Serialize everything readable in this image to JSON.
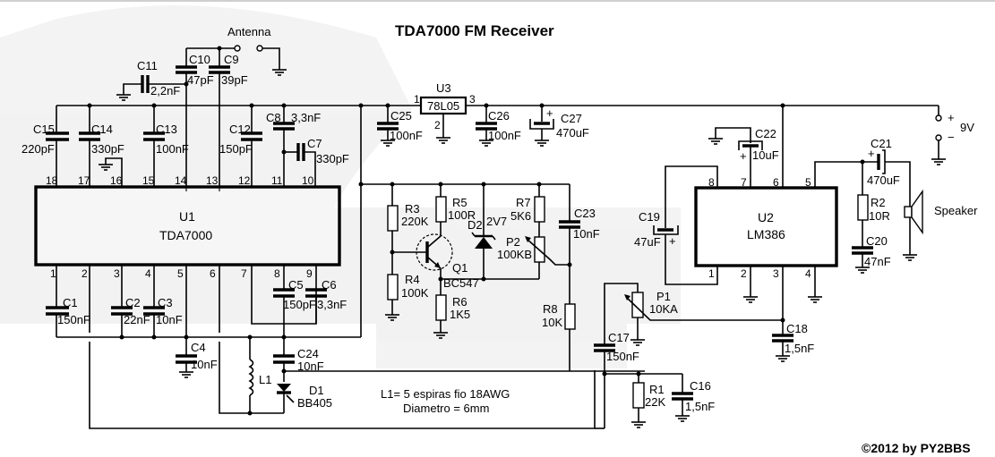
{
  "title": "TDA7000 FM Receiver",
  "copyright": "©2012  by PY2BBS",
  "note": {
    "line1": "L1= 5 espiras fio 18AWG",
    "line2": "Diametro = 6mm"
  },
  "labels": {
    "antenna": "Antenna",
    "supply_plus": "+",
    "supply_minus": "−",
    "supply_voltage": "9V",
    "speaker": "Speaker"
  },
  "ics": {
    "u1": {
      "ref": "U1",
      "part": "TDA7000",
      "top_pins": [
        "18",
        "17",
        "16",
        "15",
        "14",
        "13",
        "12",
        "11",
        "10"
      ],
      "bottom_pins": [
        "1",
        "2",
        "3",
        "4",
        "5",
        "6",
        "7",
        "8",
        "9"
      ]
    },
    "u2": {
      "ref": "U2",
      "part": "LM386",
      "top_pins": [
        "8",
        "7",
        "6",
        "5"
      ],
      "bottom_pins": [
        "1",
        "2",
        "3",
        "4"
      ]
    },
    "u3": {
      "ref": "U3",
      "part": "78L05",
      "pin_in": "1",
      "pin_gnd": "2",
      "pin_out": "3"
    }
  },
  "components": {
    "c1": {
      "ref": "C1",
      "value": "150nF"
    },
    "c2": {
      "ref": "C2",
      "value": "22nF"
    },
    "c3": {
      "ref": "C3",
      "value": "10nF"
    },
    "c4": {
      "ref": "C4",
      "value": "10nF"
    },
    "c5": {
      "ref": "C5",
      "value": "150pF"
    },
    "c6": {
      "ref": "C6",
      "value": "3,3nF"
    },
    "c7": {
      "ref": "C7",
      "value": "330pF"
    },
    "c8": {
      "ref": "C8",
      "value": "3,3nF"
    },
    "c9": {
      "ref": "C9",
      "value": "39pF"
    },
    "c10": {
      "ref": "C10",
      "value": "47pF"
    },
    "c11": {
      "ref": "C11",
      "value": "2,2nF"
    },
    "c12": {
      "ref": "C12",
      "value": "150pF"
    },
    "c13": {
      "ref": "C13",
      "value": "100nF"
    },
    "c14": {
      "ref": "C14",
      "value": "330pF"
    },
    "c15": {
      "ref": "C15",
      "value": "220pF"
    },
    "c16": {
      "ref": "C16",
      "value": "1,5nF"
    },
    "c17": {
      "ref": "C17",
      "value": "150nF"
    },
    "c18": {
      "ref": "C18",
      "value": "1,5nF"
    },
    "c19": {
      "ref": "C19",
      "value": "47uF"
    },
    "c20": {
      "ref": "C20",
      "value": "47nF"
    },
    "c21": {
      "ref": "C21",
      "value": "470uF"
    },
    "c22": {
      "ref": "C22",
      "value": "10uF"
    },
    "c23": {
      "ref": "C23",
      "value": "10nF"
    },
    "c24": {
      "ref": "C24",
      "value": "10nF"
    },
    "c25": {
      "ref": "C25",
      "value": "100nF"
    },
    "c26": {
      "ref": "C26",
      "value": "100nF"
    },
    "c27": {
      "ref": "C27",
      "value": "470uF"
    },
    "r1": {
      "ref": "R1",
      "value": "22K"
    },
    "r2": {
      "ref": "R2",
      "value": "10R"
    },
    "r3": {
      "ref": "R3",
      "value": "220K"
    },
    "r4": {
      "ref": "R4",
      "value": "100K"
    },
    "r5": {
      "ref": "R5",
      "value": "100R"
    },
    "r6": {
      "ref": "R6",
      "value": "1K5"
    },
    "r7": {
      "ref": "R7",
      "value": "5K6"
    },
    "r8": {
      "ref": "R8",
      "value": "10K"
    },
    "p1": {
      "ref": "P1",
      "value": "10KA"
    },
    "p2": {
      "ref": "P2",
      "value": "100KB"
    },
    "q1": {
      "ref": "Q1",
      "value": "BC547"
    },
    "d1": {
      "ref": "D1",
      "value": "BB405"
    },
    "d2": {
      "ref": "D2",
      "value": "2V7"
    },
    "l1": {
      "ref": "L1"
    }
  }
}
